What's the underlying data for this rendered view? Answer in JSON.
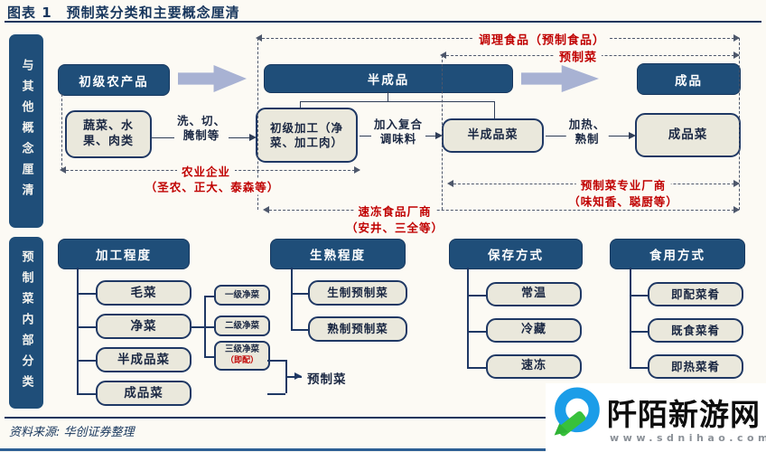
{
  "title": "图表 1　预制菜分类和主要概念厘清",
  "top_section": {
    "sidebar_label": "与其他概念厘清",
    "stages": {
      "stage1": "初级农产品",
      "stage2": "半成品",
      "stage3": "成品"
    },
    "flow": {
      "box1": "蔬菜、水果、肉类",
      "arrow1_line1": "洗、切、",
      "arrow1_line2": "腌制等",
      "box2": "初级加工（净菜、加工肉）",
      "arrow2_line1": "加入复合",
      "arrow2_line2": "调味料",
      "box3": "半成品菜",
      "arrow3_line1": "加热、",
      "arrow3_line2": "熟制",
      "box4": "成品菜"
    },
    "brackets": {
      "tiaoli": "调理食品（预制食品）",
      "yuzhicai": "预制菜",
      "nongye": "农业企业",
      "nongye_sub": "（圣农、正大、泰森等）",
      "sudong": "速冻食品厂商",
      "sudong_sub": "（安井、三全等）",
      "zhuanye": "预制菜专业厂商",
      "zhuanye_sub": "（味知香、聪厨等）"
    }
  },
  "bottom_section": {
    "sidebar_label": "预制菜内部分类",
    "col1": {
      "header": "加工程度",
      "items": [
        "毛菜",
        "净菜",
        "半成品菜",
        "成品菜"
      ],
      "sub": [
        "一级净菜",
        "二级净菜",
        "三级净菜"
      ],
      "sub_note": "（即配）"
    },
    "col2": {
      "header": "生熟程度",
      "items": [
        "生制预制菜",
        "熟制预制菜"
      ],
      "brace_label": "预制菜"
    },
    "col3": {
      "header": "保存方式",
      "items": [
        "常温",
        "冷藏",
        "速冻"
      ]
    },
    "col4": {
      "header": "食用方式",
      "items": [
        "即配菜肴",
        "既食菜肴",
        "即热菜肴"
      ]
    }
  },
  "footer": {
    "source": "资料来源: 华创证券整理"
  },
  "watermark": {
    "site_name": "阡陌新游网",
    "url": "www.sdnihao.com"
  },
  "colors": {
    "navy": "#1F4E79",
    "navy_dark": "#1F3864",
    "cream": "#EAE8DC",
    "red": "#C00000",
    "arrow": "#A8B2D3",
    "background": "#FCFAF4",
    "wm_blue": "#1B9DE8",
    "wm_green": "#38C13C"
  }
}
